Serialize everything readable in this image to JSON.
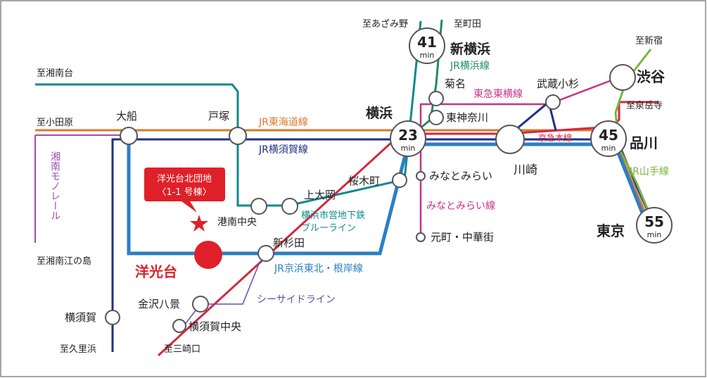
{
  "destinations": {
    "azamino": "至あざみ野",
    "machida": "至町田",
    "shonandai": "至湘南台",
    "odawara": "至小田原",
    "shinjuku": "至新宿",
    "izumidakeji": "至泉岳寺",
    "shonan_enoshima": "至湘南江の島",
    "kurihama": "至久里浜",
    "misakiguchi": "至三崎口"
  },
  "stations": {
    "ofuna": "大船",
    "totsuka": "戸塚",
    "yokohama": "横浜",
    "shin_yokohama": "新横浜",
    "kikuna": "菊名",
    "higashi_kanagawa": "東神奈川",
    "musashi_kosugi": "武蔵小杉",
    "shibuya": "渋谷",
    "shinagawa": "品川",
    "tokyo": "東京",
    "kawasaki": "川崎",
    "sakuragicho": "桜木町",
    "minatomirai": "みなとみらい",
    "motomachi": "元町・中華街",
    "kamiooka": "上大岡",
    "konan_chuo": "港南中央",
    "shin_sugita": "新杉田",
    "kanazawa_hakkei": "金沢八景",
    "yokosuka_chuo": "横須賀中央",
    "yokosuka": "横須賀",
    "yokodai": "洋光台"
  },
  "lines": {
    "jr_yokohama": "JR横浜線",
    "tokyu_toyoko": "東急東横線",
    "jr_tokaido": "JR東海道線",
    "jr_yokosuka": "JR横須賀線",
    "keikyu": "京急本線",
    "jr_yamanote": "JR山手線",
    "minatomirai_line": "みなとみらい線",
    "blue_line_1": "横浜市営地下鉄",
    "blue_line_2": "ブルーライン",
    "keihin_negishi": "JR京浜東北・根岸線",
    "seaside": "シーサイドライン",
    "shonan_monorail": "湘南モノレール"
  },
  "times": {
    "shin_yokohama": {
      "value": "41",
      "unit": "min"
    },
    "yokohama": {
      "value": "23",
      "unit": "min"
    },
    "shinagawa": {
      "value": "45",
      "unit": "min"
    },
    "tokyo": {
      "value": "55",
      "unit": "min"
    }
  },
  "callout": {
    "line1": "洋光台北団地",
    "line2": "〈1-1 号棟〉"
  },
  "colors": {
    "tokaido": "#d97a2b",
    "yokosuka": "#1f2f86",
    "keihin": "#2b7fc4",
    "keikyu": "#d7263d",
    "toyoko": "#c8318a",
    "blueline": "#0f8a8a",
    "yokohama_line": "#1f8a6a",
    "yamanote": "#7ab43c",
    "monorail": "#a24ab0",
    "seaside": "#6a4aa8"
  }
}
